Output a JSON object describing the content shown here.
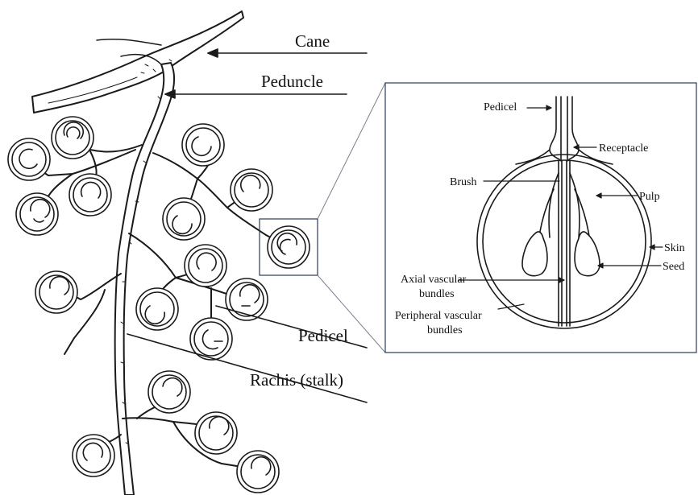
{
  "left_labels": {
    "cane": "Cane",
    "peduncle": "Peduncle",
    "pedicel": "Pedicel",
    "rachis": "Rachis (stalk)"
  },
  "inset": {
    "border_color": "#2b3a5a",
    "labels": {
      "pedicel": "Pedicel",
      "receptacle": "Receptacle",
      "brush": "Brush",
      "pulp": "Pulp",
      "skin": "Skin",
      "seed": "Seed",
      "axial_line1": "Axial vascular",
      "axial_line2": "bundles",
      "peripheral_line1": "Peripheral vascular",
      "peripheral_line2": "bundles"
    }
  },
  "icons": {
    "berry": "grape-berry-icon",
    "berry_section": "berry-cross-section-icon"
  }
}
